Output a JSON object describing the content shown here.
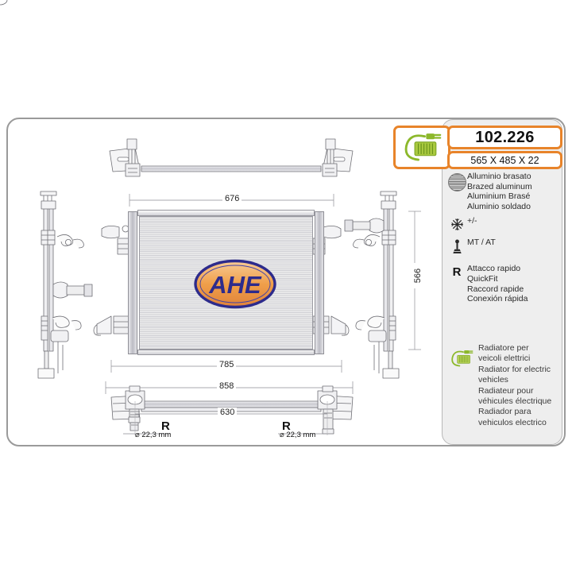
{
  "product": {
    "code": "102.226",
    "dimensions": "565 X 485 X 22"
  },
  "brand": {
    "logo_text": "AHE",
    "logo_outline_color": "#2d2b8c",
    "logo_fill_color": "#f0a04a"
  },
  "colors": {
    "accent_orange": "#e8842a",
    "eco_green": "#8cb82b",
    "panel_gray": "#eeeeee",
    "frame_gray": "#9a9a9a"
  },
  "spec_rows": [
    {
      "icon": "brazed-aluminum-swatch-icon",
      "lines": [
        "Alluminio brasato",
        "Brazed aluminum",
        "Aluminium Brasé",
        "Aluminio soldado"
      ]
    },
    {
      "icon": "snowflake-icon",
      "lines": [
        "+/-"
      ]
    },
    {
      "icon": "gear-shift-icon",
      "lines": [
        "MT / AT"
      ]
    },
    {
      "icon": "quickfit-r-icon",
      "lines": [
        "Attacco rapido",
        "QuickFit",
        "Raccord rapide",
        "Conexión rápida"
      ]
    }
  ],
  "ev_note": {
    "icon": "electric-radiator-plug-icon",
    "lines": [
      "Radiatore per",
      "veicoli elettrici",
      "Radiator for electric",
      "vehicles",
      "Radiateur pour",
      "véhicules électrique",
      "Radiador para",
      "vehiculos electrico"
    ]
  },
  "drawing": {
    "dimensions": {
      "top_width": "676",
      "height_right": "566",
      "core_width": "785",
      "overall_width": "858",
      "bottom_span": "630"
    },
    "connector_marks": [
      "R",
      "R"
    ],
    "connector_diameters": [
      "⌀ 22,3 mm",
      "⌀ 22,3 mm"
    ]
  }
}
